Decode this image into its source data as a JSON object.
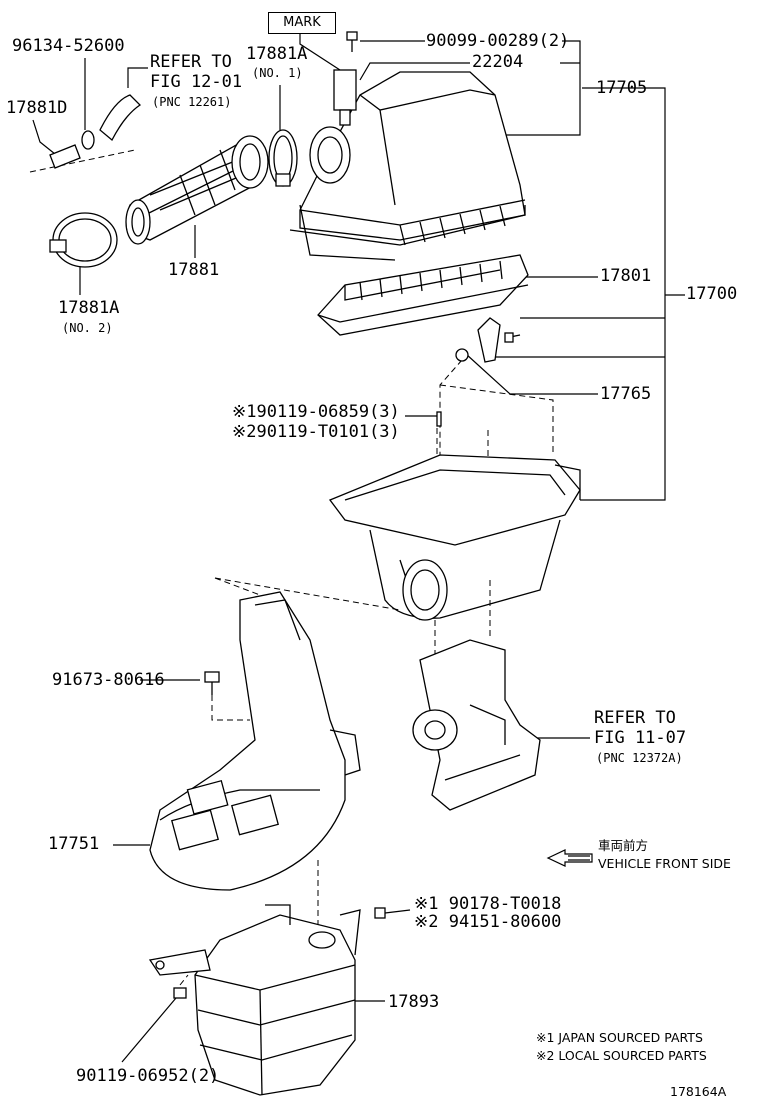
{
  "mark_label": "MARK",
  "labels": {
    "p96134": "96134-52600",
    "refer1_a": "REFER TO",
    "refer1_b": "FIG 12-01",
    "refer1_c": "(PNC 12261)",
    "p17881D": "17881D",
    "p17881A_1": "17881A",
    "no1": "(NO. 1)",
    "p90099": "90099-00289(2)",
    "p22204": "22204",
    "p17705": "17705",
    "p17881": "17881",
    "p17881A_2": "17881A",
    "no2": "(NO. 2)",
    "p17801": "17801",
    "p17700": "17700",
    "p17765": "17765",
    "p90119a": "※190119-06859(3)",
    "p90119b": "※290119-T0101(3)",
    "p91673": "91673-80616",
    "refer2_a": "REFER TO",
    "refer2_b": "FIG 11-07",
    "refer2_c": "(PNC 12372A)",
    "p17751": "17751",
    "front_jp": "車両前方",
    "front_en": "VEHICLE FRONT SIDE",
    "p90178": "※1 90178-T0018",
    "p94151": "※2 94151-80600",
    "p17893": "17893",
    "p90119c": "90119-06952(2)",
    "note1": "※1 JAPAN SOURCED PARTS",
    "note2": "※2 LOCAL SOURCED PARTS",
    "diagram_id": "178164A"
  }
}
